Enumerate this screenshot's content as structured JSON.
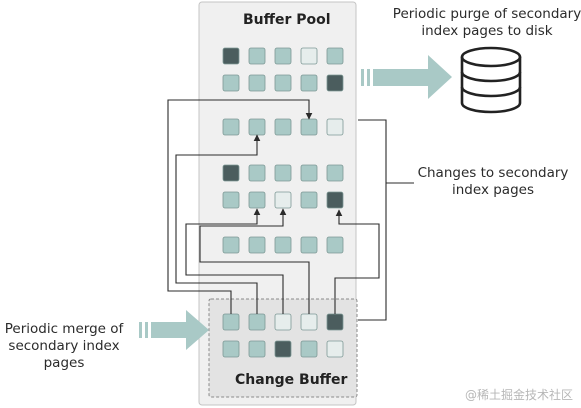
{
  "buffer_pool": {
    "title": "Buffer Pool"
  },
  "change_buffer": {
    "title": "Change Buffer"
  },
  "labels": {
    "purge": [
      "Periodic purge of secondary",
      "index pages to disk"
    ],
    "changes": [
      "Changes to secondary",
      "index pages"
    ],
    "merge": [
      "Periodic merge of",
      "secondary index",
      "pages"
    ]
  },
  "page_states": {
    "buffer_pool_rows": [
      [
        "dark",
        "mid",
        "mid",
        "light",
        "mid"
      ],
      [
        "mid",
        "mid",
        "mid",
        "mid",
        "dark"
      ],
      [
        "mid",
        "mid",
        "mid",
        "mid",
        "light"
      ],
      [
        "dark",
        "mid",
        "mid",
        "mid",
        "mid"
      ],
      [
        "mid",
        "mid",
        "light",
        "mid",
        "dark"
      ],
      [
        "mid",
        "mid",
        "mid",
        "mid",
        "mid"
      ]
    ],
    "change_buffer_rows": [
      [
        "mid",
        "mid",
        "light",
        "light",
        "dark"
      ],
      [
        "mid",
        "mid",
        "dark",
        "mid",
        "light"
      ]
    ]
  },
  "colors": {
    "page_mid": "#a9c9c6",
    "page_light": "#e6edec",
    "page_dark": "#4b5d5e",
    "page_border": "#7d9895",
    "pool_fill": "#f0f0f0",
    "pool_border": "#c4c4c4",
    "change_buffer_fill": "#e3e3e3",
    "change_buffer_border": "#8a8a8a",
    "arrow": "#a9c9c6",
    "line": "#2b2b2b",
    "disk_fill": "#ffffff",
    "disk_stroke": "#222222"
  },
  "icons": {
    "disk": "database-icon",
    "purge_arrow": "arrow-right-icon",
    "merge_arrow": "arrow-right-icon"
  },
  "watermark": "@稀土掘金技术社区"
}
